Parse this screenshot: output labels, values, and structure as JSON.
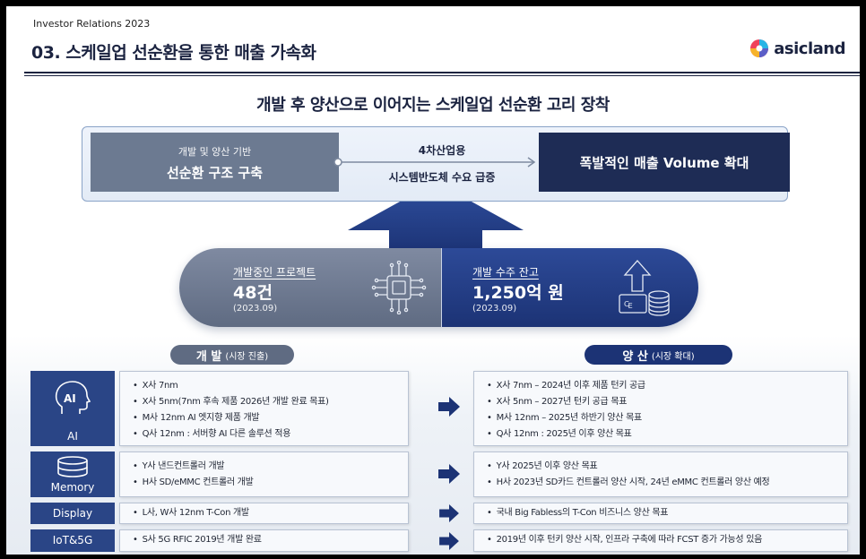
{
  "header": {
    "ir_label": "Investor Relations 2023",
    "title": "03. 스케일업 선순환을 통한 매출 가속화",
    "logo_text": "asicland",
    "logo_icon": "asicland-logo-icon"
  },
  "headline": "개발 후 양산으로 이어지는 스케일업 선순환 고리 장착",
  "cycle": {
    "left_line1": "개발 및 양산 기반",
    "left_line2": "선순환 구조 구축",
    "middle_line1": "4차산업용",
    "middle_line2": "시스템반도체 수요 급증",
    "right": "폭발적인 매출 Volume 확대"
  },
  "stats": {
    "dev_label": "개발중인 프로젝트",
    "dev_value": "48건",
    "dev_date": "(2023.09)",
    "backlog_label": "개발 수주 잔고",
    "backlog_value": "1,250억 원",
    "backlog_date": "(2023.09)"
  },
  "tags": {
    "dev_main": "개 발",
    "dev_sub": "(시장 진출)",
    "prod_main": "양 산",
    "prod_sub": "(시장 확대)"
  },
  "rows": [
    {
      "category": "AI",
      "icon": "ai-head-icon",
      "dev": [
        "X사 7nm",
        "X사 5nm(7nm 후속 제품 2026년 개발 완료 목표)",
        "M사 12nm AI 엣지향 제품 개발",
        "Q사 12nm : 서버향 AI 다른 솔루션 적용"
      ],
      "prod": [
        "X사 7nm – 2024년 이후 제품 턴키 공급",
        "X사 5nm – 2027년 턴키 공급 목표",
        "M사 12nm – 2025년 하반기 양산 목표",
        "Q사 12nm : 2025년 이후 양산 목표"
      ]
    },
    {
      "category": "Memory",
      "icon": "memory-disk-icon",
      "dev": [
        "Y사 낸드컨트롤러 개발",
        "H사 SD/eMMC 컨트롤러 개발"
      ],
      "prod": [
        "Y사 2025년 이후 양산 목표",
        "H사 2023년 SD카드 컨트롤러 양산 시작, 24년 eMMC 컨트롤러 양산 예정"
      ]
    },
    {
      "category": "Display",
      "icon": "",
      "dev": [
        "L사, W사 12nm T-Con 개발"
      ],
      "prod": [
        "국내 Big Fabless의 T-Con 비즈니스 양산 목표"
      ]
    },
    {
      "category": "IoT&5G",
      "icon": "",
      "dev": [
        "S사 5G RFIC 2019년 개발 완료"
      ],
      "prod": [
        "2019년 이후 턴키 양산 시작, 인프라 구축에 따라 FCST 증가 가능성 있음"
      ]
    }
  ],
  "colors": {
    "navy": "#1b2340",
    "blue": "#1c3375",
    "category_blue": "#2a4586",
    "slate": "#5f6b82"
  }
}
